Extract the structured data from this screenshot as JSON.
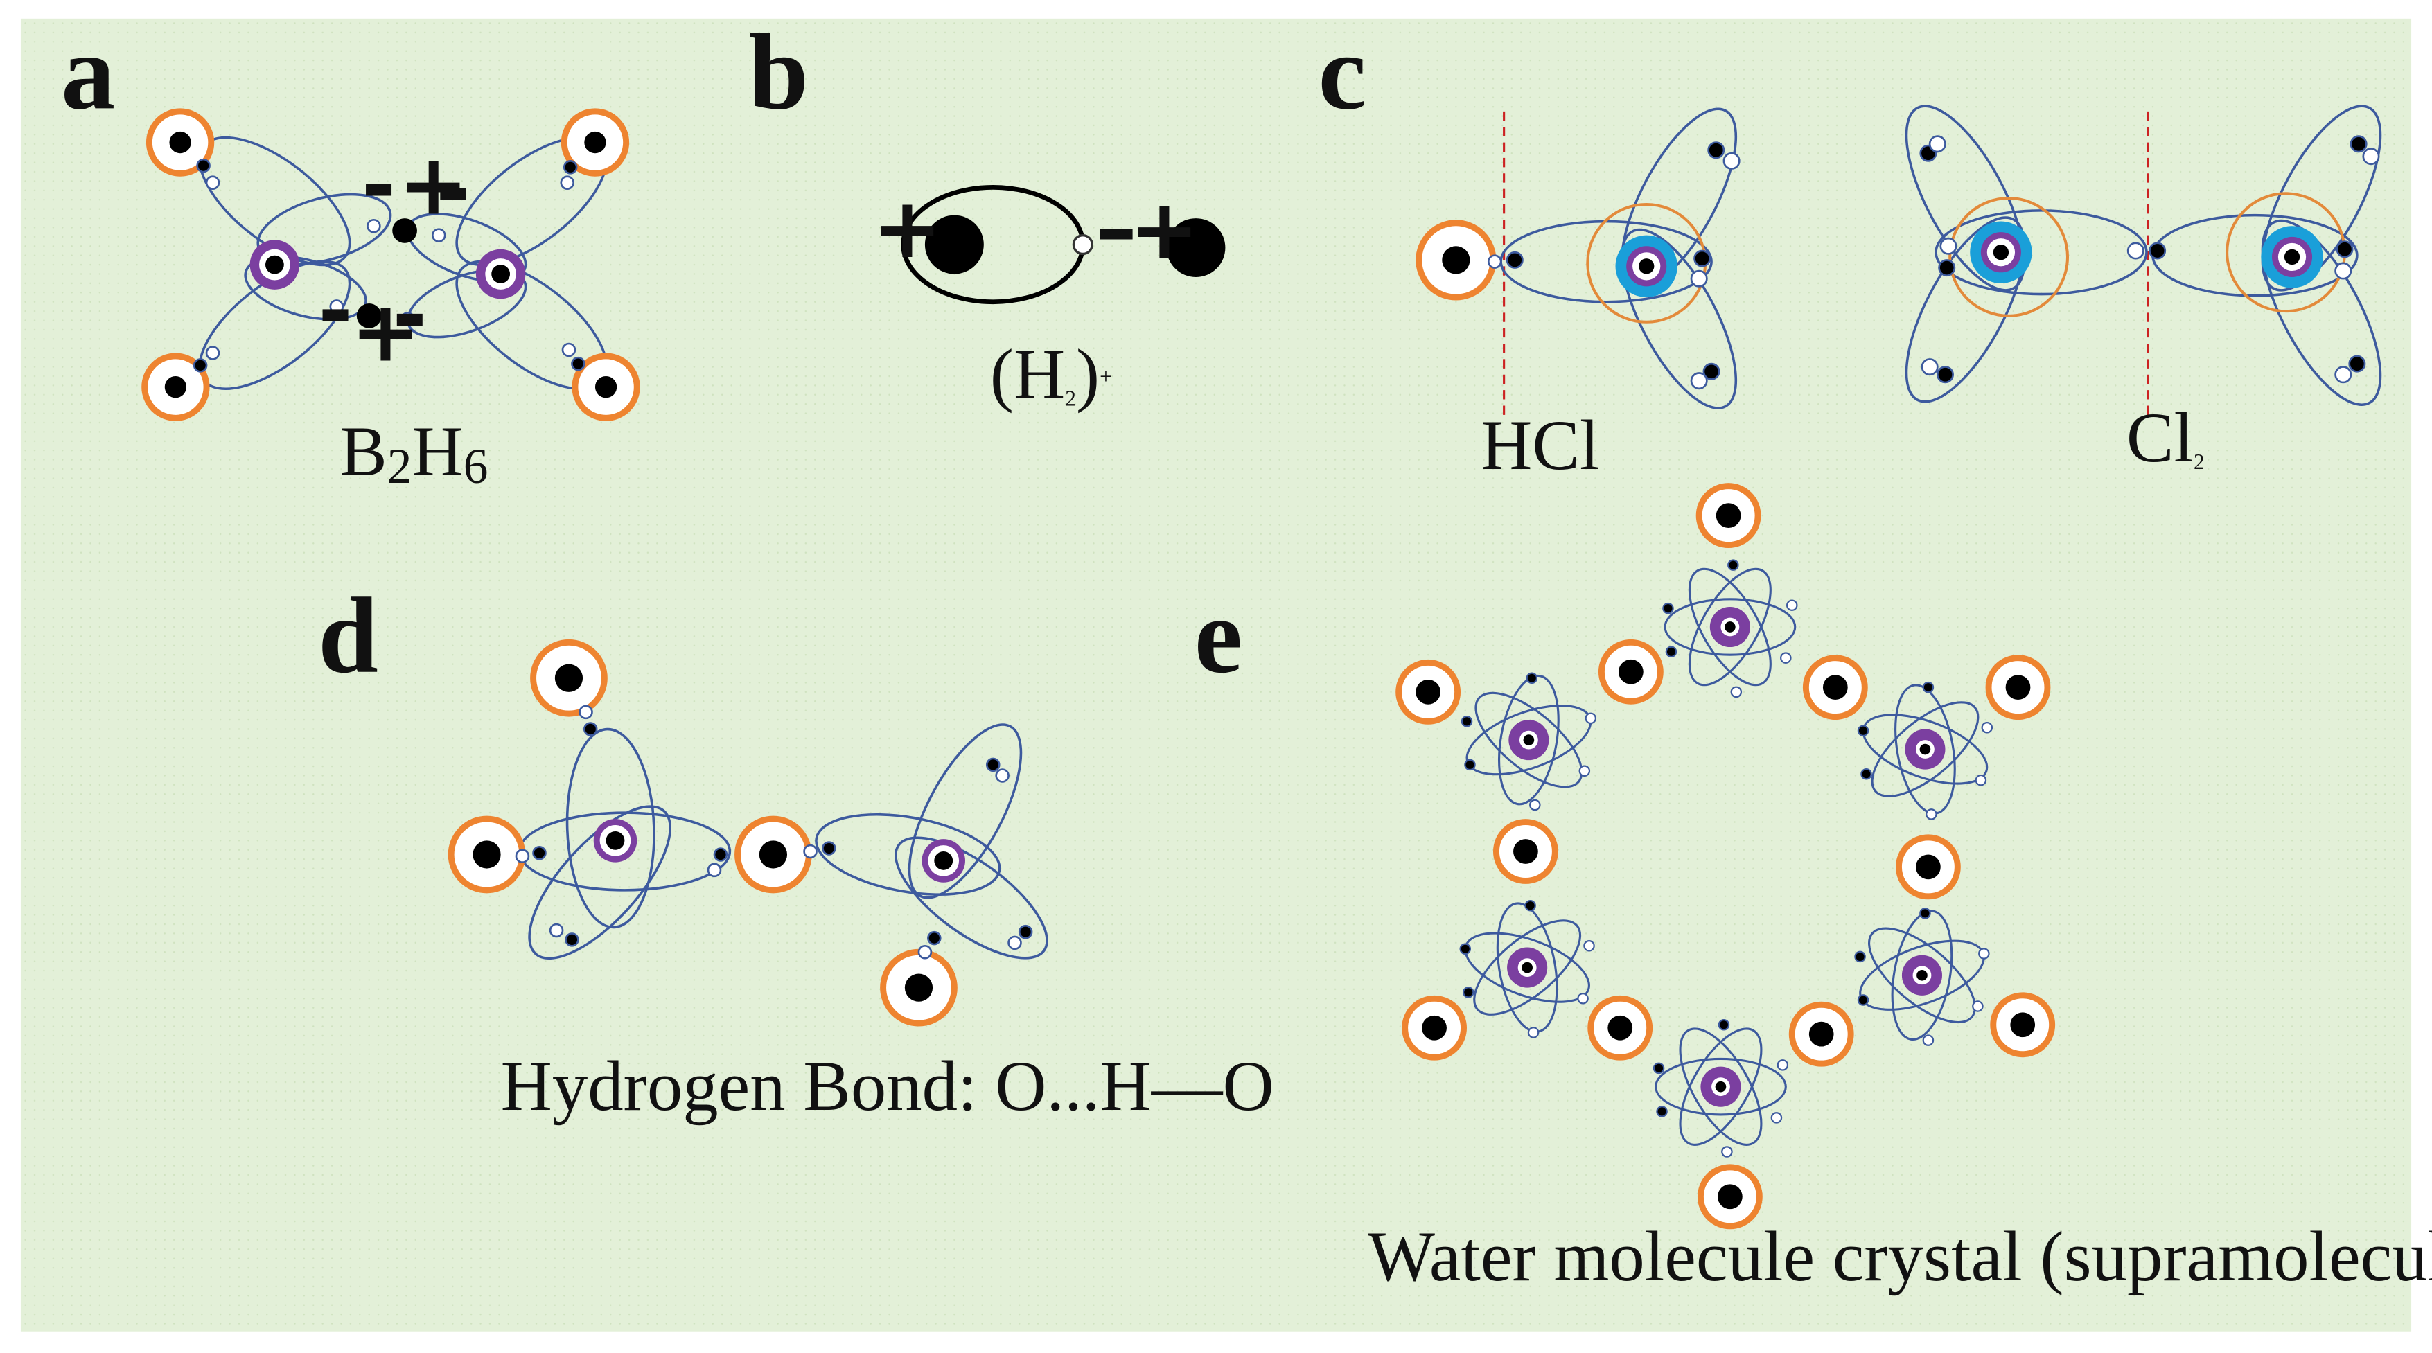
{
  "panels": {
    "a": {
      "letter": "a",
      "caption": {
        "main1": "B",
        "sub1": "2",
        "main2": "H",
        "sub2": "6"
      },
      "charges": [
        "-",
        "+",
        "-",
        "-",
        "-",
        "+"
      ]
    },
    "b": {
      "letter": "b",
      "caption": {
        "open": "(H",
        "sub": "2",
        "close": ")",
        "sup": "+"
      },
      "charges": [
        "+",
        "–",
        "+"
      ]
    },
    "c": {
      "letter": "c",
      "caption_left": "HCl",
      "caption_right": {
        "main": "Cl",
        "sub": "2"
      }
    },
    "d": {
      "letter": "d",
      "caption": "Hydrogen Bond: O...H—O"
    },
    "e": {
      "letter": "e",
      "caption": "Water molecule crystal (supramolecular structure)"
    }
  },
  "colors": {
    "page_background": "#ffffff",
    "panel_background": "#e3f0d8",
    "orbit": "#3d5a9e",
    "hydrogen_ring": "#ee8430",
    "nucleus": "#000000",
    "boron_oxygen_core": "#7b3fa0",
    "chlorine_ring_outer": "#e38a3a",
    "chlorine_ring_inner": "#1a9fd9",
    "reference_line": "#cc2222"
  }
}
